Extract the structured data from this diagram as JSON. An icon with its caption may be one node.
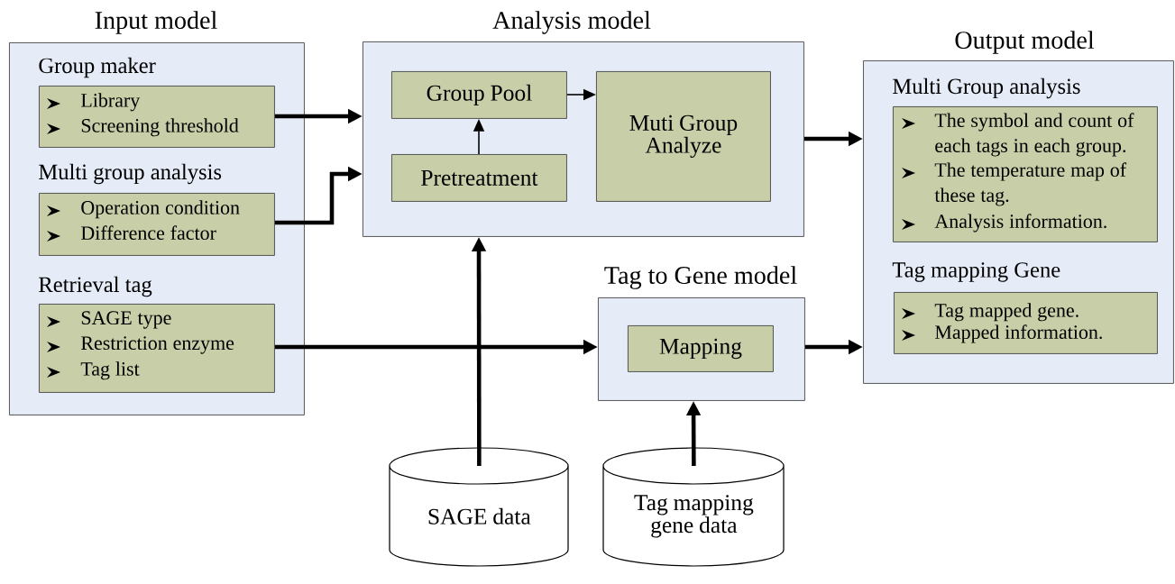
{
  "diagram": {
    "nodes": [
      {
        "text": [
          "Input model"
        ]
      },
      {
        "text": [
          "Group maker",
          "Library",
          "Screening threshold"
        ],
        "in": 0
      },
      {
        "text": [
          "Multi group analysis",
          "Operation condition",
          "Difference factor"
        ],
        "in": 0
      },
      {
        "text": [
          "Retrieval tag",
          "SAGE type",
          "Restriction enzyme",
          "Tag list"
        ],
        "in": 0
      },
      {
        "text": [
          "Analysis model"
        ]
      },
      {
        "text": [
          "Group Pool"
        ],
        "in": 4
      },
      {
        "text": [
          "Pretreatment"
        ],
        "in": 4
      },
      {
        "text": [
          "Muti Group Analyze"
        ],
        "in": 4
      },
      {
        "text": [
          "Output model"
        ]
      },
      {
        "text": [
          "Multi Group analysis",
          "The symbol and count of each tags in each group.",
          "The temperature map of these tag.",
          "Analysis information."
        ],
        "in": 8
      },
      {
        "text": [
          "Tag mapping Gene",
          "Tag mapped gene.",
          "Mapped information."
        ],
        "in": 8
      },
      {
        "text": [
          "Tag to Gene model"
        ]
      },
      {
        "text": [
          "Mapping"
        ],
        "in": 11
      },
      {
        "text": [
          "SAGE data"
        ]
      },
      {
        "text": [
          "Tag mapping gene data"
        ]
      }
    ],
    "edges": [
      {
        "from": 1,
        "to": 4,
        "arrow": "to"
      },
      {
        "from": 2,
        "to": 4,
        "arrow": "to"
      },
      {
        "from": 3,
        "to": 11,
        "arrow": "to"
      },
      {
        "from": 6,
        "to": 5,
        "arrow": "to"
      },
      {
        "from": 5,
        "to": 7,
        "arrow": "to"
      },
      {
        "from": 4,
        "to": 8,
        "arrow": "to"
      },
      {
        "from": 11,
        "to": 8,
        "arrow": "to"
      },
      {
        "from": 13,
        "to": 4,
        "arrow": "to"
      },
      {
        "from": 14,
        "to": 11,
        "arrow": "to"
      }
    ]
  }
}
